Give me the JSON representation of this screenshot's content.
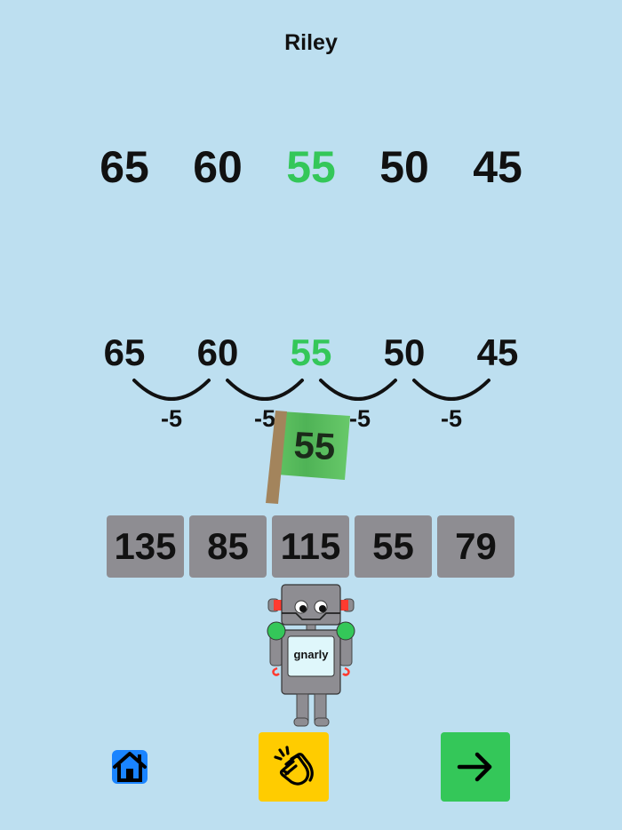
{
  "header": {
    "player_name": "Riley"
  },
  "sequence_top": [
    "65",
    "60",
    "55",
    "50",
    "45"
  ],
  "sequence_top_highlight_index": 2,
  "sequence_mid": [
    "65",
    "60",
    "55",
    "50",
    "45"
  ],
  "sequence_mid_highlight_index": 2,
  "differences": [
    "-5",
    "-5",
    "-5",
    "-5"
  ],
  "flag": {
    "value": "55"
  },
  "answer_tiles": [
    "135",
    "85",
    "115",
    "55",
    "79"
  ],
  "robot": {
    "screen_text": "gnarly"
  },
  "buttons": {
    "home": "home-icon",
    "applause": "clapping-hands-icon",
    "next": "arrow-right-icon"
  },
  "colors": {
    "background": "#bddff0",
    "highlight": "#34c759",
    "tile": "#8e8d92",
    "clap_button": "#ffcc00",
    "next_button": "#34c759",
    "home_icon": "#1a84ff",
    "flag": "#5cbf60",
    "flag_pole": "#a3845c"
  }
}
